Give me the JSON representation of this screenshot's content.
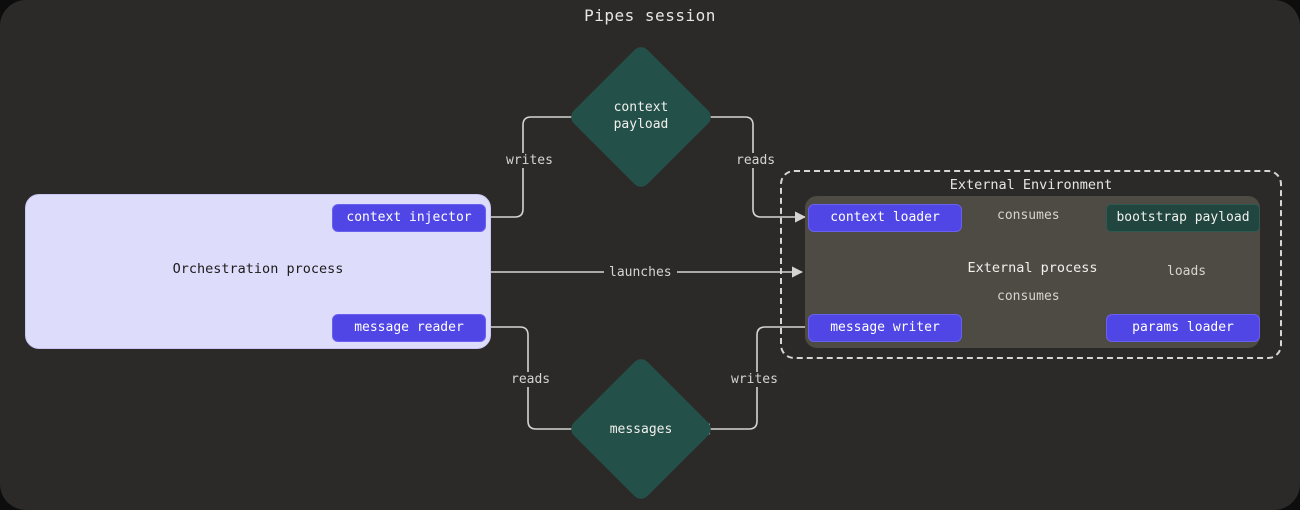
{
  "title": "Pipes session",
  "colors": {
    "canvas_bg": "#2b2a28",
    "page_bg": "#0d0d0d",
    "orchestration_bg": "#dedcfb",
    "external_process_bg": "#4e4b45",
    "pill_purple": "#5046e5",
    "payload_green": "#20463f",
    "diamond_green": "#23514a",
    "edge_stroke": "#d6d4d0",
    "text_light": "#f2f0ec",
    "text_dark": "#1c1c1c"
  },
  "orchestration": {
    "label": "Orchestration process",
    "nodes": [
      {
        "id": "context-injector",
        "label": "context injector",
        "kind": "pill"
      },
      {
        "id": "message-reader",
        "label": "message reader",
        "kind": "pill"
      }
    ]
  },
  "external_environment": {
    "label": "External Environment",
    "border": "dashed",
    "process": {
      "label": "External process",
      "nodes": [
        {
          "id": "context-loader",
          "label": "context loader",
          "kind": "pill"
        },
        {
          "id": "message-writer",
          "label": "message writer",
          "kind": "pill"
        },
        {
          "id": "params-loader",
          "label": "params loader",
          "kind": "pill"
        },
        {
          "id": "bootstrap-payload",
          "label": "bootstrap payload",
          "kind": "green-box"
        }
      ]
    }
  },
  "stores": [
    {
      "id": "context-payload",
      "label_line1": "context",
      "label_line2": "payload",
      "kind": "diamond"
    },
    {
      "id": "messages",
      "label_line1": "messages",
      "label_line2": "",
      "kind": "diamond"
    }
  ],
  "edges": [
    {
      "id": "writes-top",
      "label": "writes",
      "from": "context-injector",
      "to": "context-payload"
    },
    {
      "id": "reads-top",
      "label": "reads",
      "from": "context-payload",
      "to": "context-loader"
    },
    {
      "id": "launches",
      "label": "launches",
      "from": "orchestration-process",
      "to": "external-environment"
    },
    {
      "id": "reads-bottom",
      "label": "reads",
      "from": "message-reader",
      "to": "messages"
    },
    {
      "id": "writes-bottom",
      "label": "writes",
      "from": "message-writer",
      "to": "messages"
    },
    {
      "id": "consumes-top",
      "label": "consumes",
      "from": "context-loader",
      "to": "bootstrap-payload"
    },
    {
      "id": "consumes-mid",
      "label": "consumes",
      "from": "message-writer",
      "to": "bootstrap-payload"
    },
    {
      "id": "loads",
      "label": "loads",
      "from": "params-loader",
      "to": "bootstrap-payload"
    }
  ]
}
